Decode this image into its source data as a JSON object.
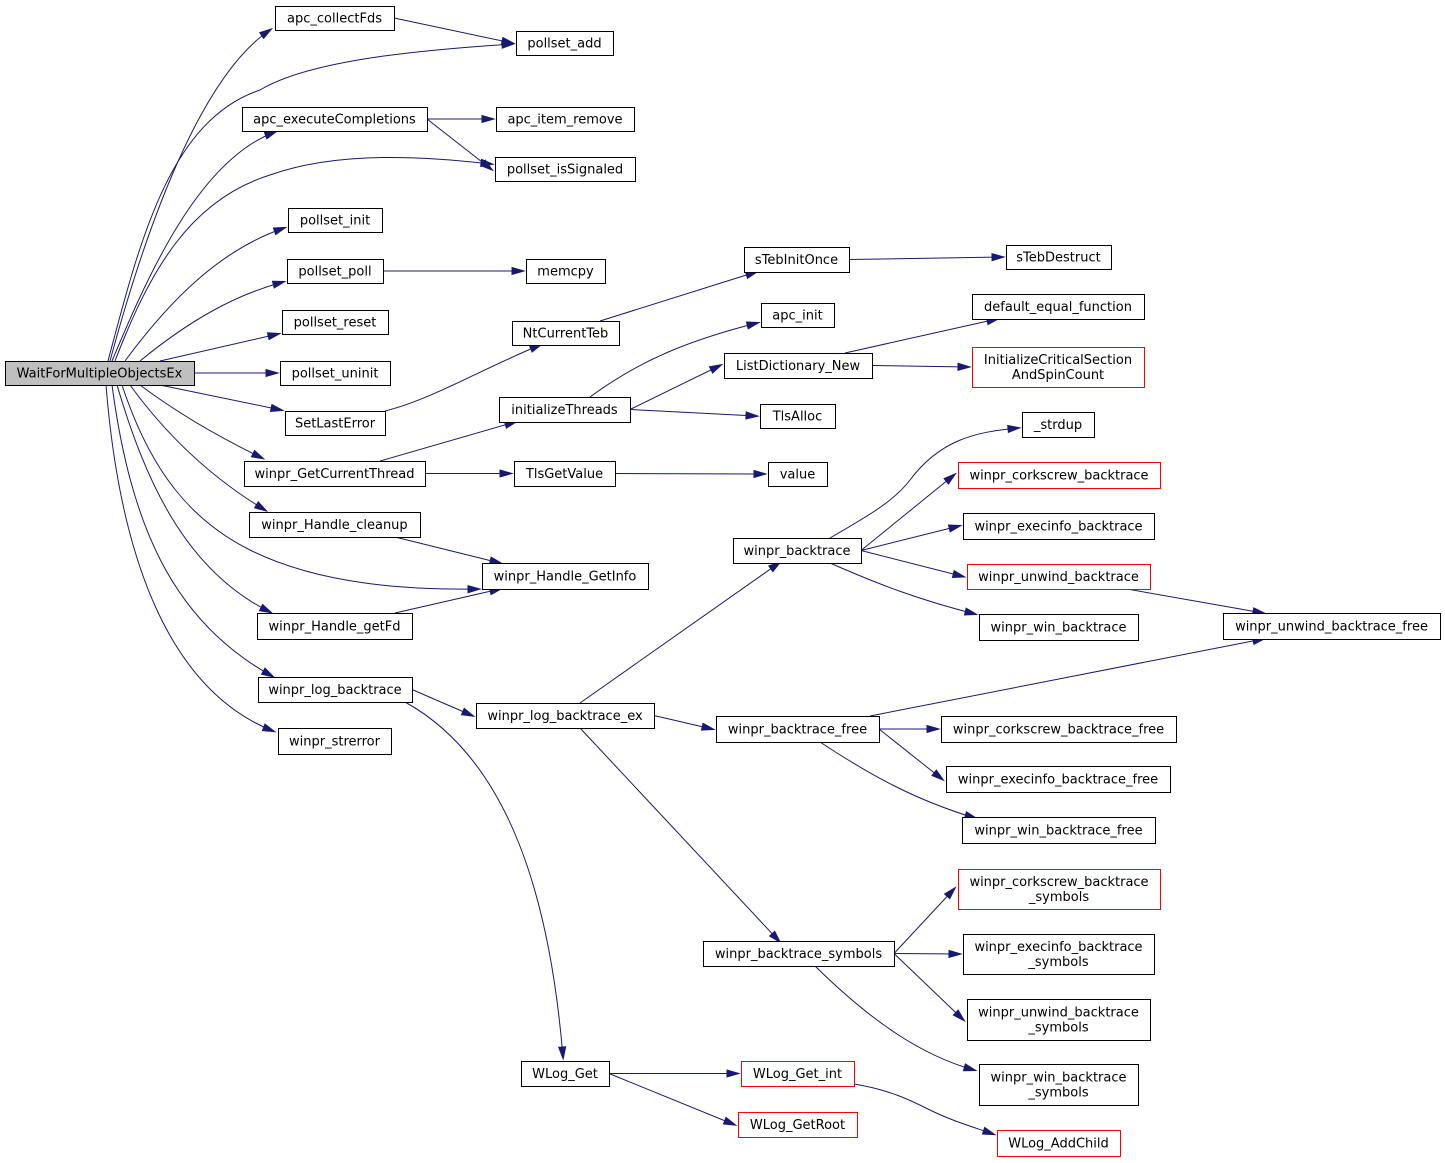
{
  "colors": {
    "edge": "#191970",
    "node_border": "#000000",
    "node_border_truncated": "#ff0000",
    "root_fill": "#bfbfbf",
    "node_fill": "#ffffff",
    "text": "#000000"
  },
  "nodes": {
    "root": {
      "label": "WaitForMultipleObjectsEx",
      "truncated": false,
      "root": true
    },
    "apc_collectFds": {
      "label": "apc_collectFds",
      "truncated": false
    },
    "pollset_add": {
      "label": "pollset_add",
      "truncated": false
    },
    "apc_executeCompletions": {
      "label": "apc_executeCompletions",
      "truncated": false
    },
    "apc_item_remove": {
      "label": "apc_item_remove",
      "truncated": false
    },
    "pollset_isSignaled": {
      "label": "pollset_isSignaled",
      "truncated": false
    },
    "pollset_init": {
      "label": "pollset_init",
      "truncated": false
    },
    "pollset_poll": {
      "label": "pollset_poll",
      "truncated": false
    },
    "memcpy": {
      "label": "memcpy",
      "truncated": false
    },
    "pollset_reset": {
      "label": "pollset_reset",
      "truncated": false
    },
    "pollset_uninit": {
      "label": "pollset_uninit",
      "truncated": false
    },
    "SetLastError": {
      "label": "SetLastError",
      "truncated": false
    },
    "NtCurrentTeb": {
      "label": "NtCurrentTeb",
      "truncated": false
    },
    "sTebInitOnce": {
      "label": "sTebInitOnce",
      "truncated": false
    },
    "sTebDestruct": {
      "label": "sTebDestruct",
      "truncated": false
    },
    "apc_init": {
      "label": "apc_init",
      "truncated": false
    },
    "default_equal_function": {
      "label": "default_equal_function",
      "truncated": false
    },
    "ListDictionary_New": {
      "label": "ListDictionary_New",
      "truncated": false
    },
    "InitializeCriticalSectionAndSpinCount": {
      "label": "InitializeCriticalSection\nAndSpinCount",
      "truncated": true
    },
    "initializeThreads": {
      "label": "initializeThreads",
      "truncated": false
    },
    "TlsAlloc": {
      "label": "TlsAlloc",
      "truncated": false
    },
    "winpr_GetCurrentThread": {
      "label": "winpr_GetCurrentThread",
      "truncated": false
    },
    "TlsGetValue": {
      "label": "TlsGetValue",
      "truncated": false
    },
    "value": {
      "label": "value",
      "truncated": false
    },
    "_strdup": {
      "label": "_strdup",
      "truncated": false
    },
    "winpr_corkscrew_backtrace": {
      "label": "winpr_corkscrew_backtrace",
      "truncated": true
    },
    "winpr_Handle_cleanup": {
      "label": "winpr_Handle_cleanup",
      "truncated": false
    },
    "winpr_execinfo_backtrace": {
      "label": "winpr_execinfo_backtrace",
      "truncated": false
    },
    "winpr_backtrace": {
      "label": "winpr_backtrace",
      "truncated": false
    },
    "winpr_Handle_GetInfo": {
      "label": "winpr_Handle_GetInfo",
      "truncated": false
    },
    "winpr_unwind_backtrace": {
      "label": "winpr_unwind_backtrace",
      "truncated": true
    },
    "winpr_Handle_getFd": {
      "label": "winpr_Handle_getFd",
      "truncated": false
    },
    "winpr_win_backtrace": {
      "label": "winpr_win_backtrace",
      "truncated": false
    },
    "winpr_unwind_backtrace_free": {
      "label": "winpr_unwind_backtrace_free",
      "truncated": false
    },
    "winpr_log_backtrace": {
      "label": "winpr_log_backtrace",
      "truncated": false
    },
    "winpr_log_backtrace_ex": {
      "label": "winpr_log_backtrace_ex",
      "truncated": false
    },
    "winpr_backtrace_free": {
      "label": "winpr_backtrace_free",
      "truncated": false
    },
    "winpr_corkscrew_backtrace_free": {
      "label": "winpr_corkscrew_backtrace_free",
      "truncated": false
    },
    "winpr_strerror": {
      "label": "winpr_strerror",
      "truncated": false
    },
    "winpr_execinfo_backtrace_free": {
      "label": "winpr_execinfo_backtrace_free",
      "truncated": false
    },
    "winpr_win_backtrace_free": {
      "label": "winpr_win_backtrace_free",
      "truncated": false
    },
    "winpr_corkscrew_backtrace_symbols": {
      "label": "winpr_corkscrew_backtrace\n_symbols",
      "truncated": true
    },
    "winpr_backtrace_symbols": {
      "label": "winpr_backtrace_symbols",
      "truncated": false
    },
    "winpr_execinfo_backtrace_symbols": {
      "label": "winpr_execinfo_backtrace\n_symbols",
      "truncated": false
    },
    "winpr_unwind_backtrace_symbols": {
      "label": "winpr_unwind_backtrace\n_symbols",
      "truncated": false
    },
    "winpr_win_backtrace_symbols": {
      "label": "winpr_win_backtrace\n_symbols",
      "truncated": false
    },
    "WLog_Get": {
      "label": "WLog_Get",
      "truncated": false
    },
    "WLog_Get_int": {
      "label": "WLog_Get_int",
      "truncated": true
    },
    "WLog_GetRoot": {
      "label": "WLog_GetRoot",
      "truncated": true
    },
    "WLog_AddChild": {
      "label": "WLog_AddChild",
      "truncated": true
    }
  },
  "edges": [
    [
      "root",
      "apc_collectFds"
    ],
    [
      "root",
      "pollset_add"
    ],
    [
      "root",
      "apc_executeCompletions"
    ],
    [
      "root",
      "pollset_isSignaled"
    ],
    [
      "root",
      "pollset_init"
    ],
    [
      "root",
      "pollset_poll"
    ],
    [
      "root",
      "pollset_reset"
    ],
    [
      "root",
      "pollset_uninit"
    ],
    [
      "root",
      "SetLastError"
    ],
    [
      "root",
      "winpr_GetCurrentThread"
    ],
    [
      "root",
      "winpr_Handle_cleanup"
    ],
    [
      "root",
      "winpr_Handle_GetInfo"
    ],
    [
      "root",
      "winpr_Handle_getFd"
    ],
    [
      "root",
      "winpr_log_backtrace"
    ],
    [
      "root",
      "winpr_strerror"
    ],
    [
      "apc_collectFds",
      "pollset_add"
    ],
    [
      "apc_executeCompletions",
      "apc_item_remove"
    ],
    [
      "apc_executeCompletions",
      "pollset_isSignaled"
    ],
    [
      "pollset_poll",
      "memcpy"
    ],
    [
      "SetLastError",
      "NtCurrentTeb"
    ],
    [
      "NtCurrentTeb",
      "sTebInitOnce"
    ],
    [
      "sTebInitOnce",
      "sTebDestruct"
    ],
    [
      "winpr_GetCurrentThread",
      "initializeThreads"
    ],
    [
      "winpr_GetCurrentThread",
      "TlsGetValue"
    ],
    [
      "initializeThreads",
      "apc_init"
    ],
    [
      "initializeThreads",
      "ListDictionary_New"
    ],
    [
      "initializeThreads",
      "TlsAlloc"
    ],
    [
      "ListDictionary_New",
      "default_equal_function"
    ],
    [
      "ListDictionary_New",
      "InitializeCriticalSectionAndSpinCount"
    ],
    [
      "TlsGetValue",
      "value"
    ],
    [
      "winpr_Handle_cleanup",
      "winpr_Handle_GetInfo"
    ],
    [
      "winpr_Handle_getFd",
      "winpr_Handle_GetInfo"
    ],
    [
      "winpr_log_backtrace",
      "winpr_log_backtrace_ex"
    ],
    [
      "winpr_log_backtrace",
      "WLog_Get"
    ],
    [
      "winpr_log_backtrace_ex",
      "winpr_backtrace"
    ],
    [
      "winpr_log_backtrace_ex",
      "winpr_backtrace_free"
    ],
    [
      "winpr_log_backtrace_ex",
      "winpr_backtrace_symbols"
    ],
    [
      "winpr_backtrace",
      "_strdup"
    ],
    [
      "winpr_backtrace",
      "winpr_corkscrew_backtrace"
    ],
    [
      "winpr_backtrace",
      "winpr_execinfo_backtrace"
    ],
    [
      "winpr_backtrace",
      "winpr_unwind_backtrace"
    ],
    [
      "winpr_backtrace",
      "winpr_win_backtrace"
    ],
    [
      "winpr_unwind_backtrace",
      "winpr_unwind_backtrace_free"
    ],
    [
      "winpr_backtrace_free",
      "winpr_unwind_backtrace_free"
    ],
    [
      "winpr_backtrace_free",
      "winpr_corkscrew_backtrace_free"
    ],
    [
      "winpr_backtrace_free",
      "winpr_execinfo_backtrace_free"
    ],
    [
      "winpr_backtrace_free",
      "winpr_win_backtrace_free"
    ],
    [
      "winpr_backtrace_symbols",
      "winpr_corkscrew_backtrace_symbols"
    ],
    [
      "winpr_backtrace_symbols",
      "winpr_execinfo_backtrace_symbols"
    ],
    [
      "winpr_backtrace_symbols",
      "winpr_unwind_backtrace_symbols"
    ],
    [
      "winpr_backtrace_symbols",
      "winpr_win_backtrace_symbols"
    ],
    [
      "WLog_Get",
      "WLog_Get_int"
    ],
    [
      "WLog_Get",
      "WLog_GetRoot"
    ],
    [
      "WLog_Get_int",
      "WLog_AddChild"
    ]
  ]
}
